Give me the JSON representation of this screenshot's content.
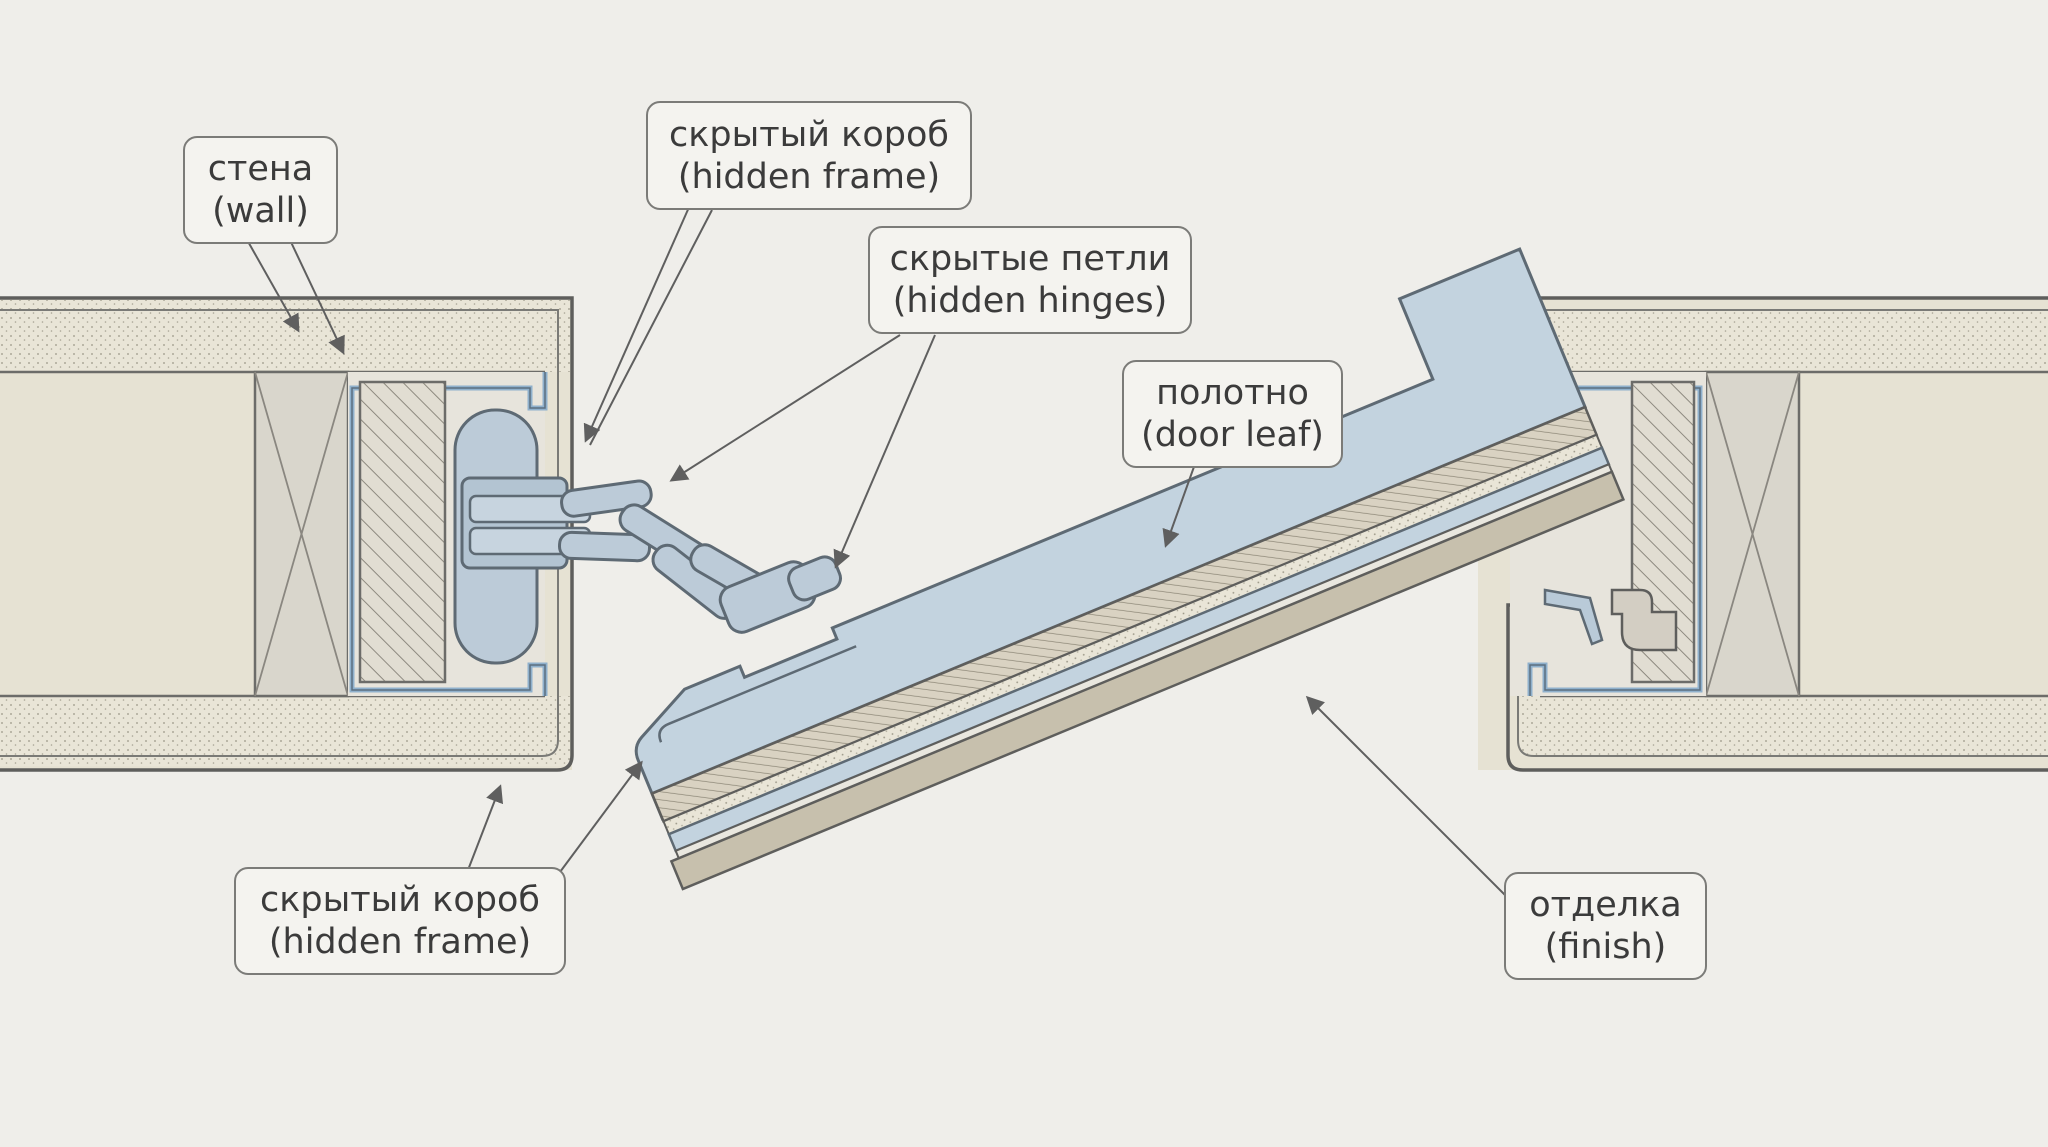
{
  "labels": {
    "wall": {
      "line1": "стена",
      "line2": "(wall)"
    },
    "hidden_frame_top": {
      "line1": "скрытый короб",
      "line2": "(hidden frame)"
    },
    "hidden_hinges": {
      "line1": "скрытые петли",
      "line2": "(hidden hinges)"
    },
    "door_leaf": {
      "line1": "полотно",
      "line2": "(door leaf)"
    },
    "hidden_frame_bottom": {
      "line1": "скрытый короб",
      "line2": "(hidden frame)"
    },
    "finish": {
      "line1": "отделка",
      "line2": "(finish)"
    }
  },
  "colors": {
    "background": "#efeeea",
    "outline": "#5e5e5c",
    "plaster": "#e8e4d6",
    "wall_fill": "#e6e2d3",
    "stud": "#d9d6cc",
    "wood": "#e1ddd2",
    "metal": "#b9cad8",
    "leaf": "#c3d3df",
    "finish": "#c7c0ad",
    "arrow": "#5f5f5f"
  }
}
